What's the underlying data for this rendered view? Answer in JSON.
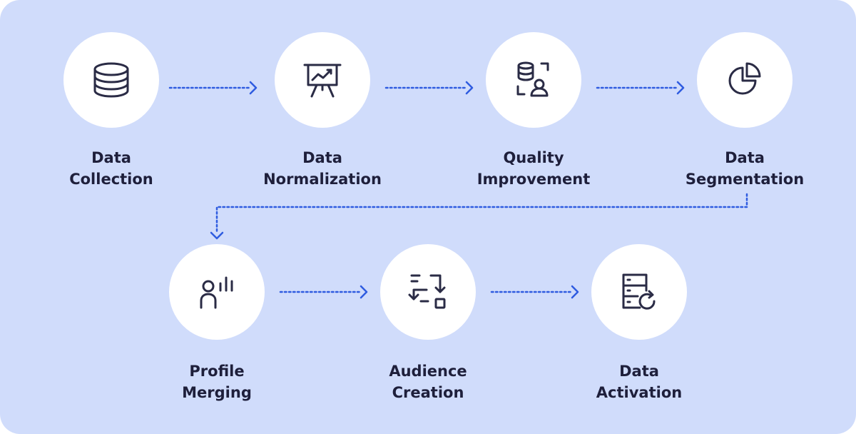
{
  "steps": [
    {
      "line1": "Data",
      "line2": "Collection",
      "icon": "database-icon"
    },
    {
      "line1": "Data",
      "line2": "Normalization",
      "icon": "presentation-chart-icon"
    },
    {
      "line1": "Quality",
      "line2": "Improvement",
      "icon": "data-scan-user-icon"
    },
    {
      "line1": "Data",
      "line2": "Segmentation",
      "icon": "pie-chart-icon"
    },
    {
      "line1": "Profile",
      "line2": "Merging",
      "icon": "user-stats-icon"
    },
    {
      "line1": "Audience",
      "line2": "Creation",
      "icon": "transfer-arrows-icon"
    },
    {
      "line1": "Data",
      "line2": "Activation",
      "icon": "server-refresh-icon"
    }
  ],
  "colors": {
    "background": "#d0dcfb",
    "circle": "#ffffff",
    "connector": "#2f5ce0",
    "text": "#1e1f3b",
    "icon": "#2a2b45"
  }
}
